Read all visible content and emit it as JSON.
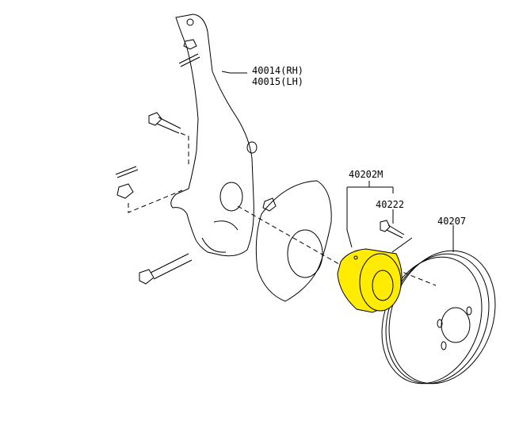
{
  "parts": [
    {
      "id": "knuckle",
      "label_rh": "40014(RH)",
      "label_lh": "40015(LH)"
    },
    {
      "id": "hub-assembly",
      "label": "40202M",
      "highlighted": true
    },
    {
      "id": "hub-bolt",
      "label": "40222"
    },
    {
      "id": "brake-rotor",
      "label": "40207"
    }
  ],
  "colors": {
    "highlight": "#ffec00",
    "line": "#000000"
  }
}
